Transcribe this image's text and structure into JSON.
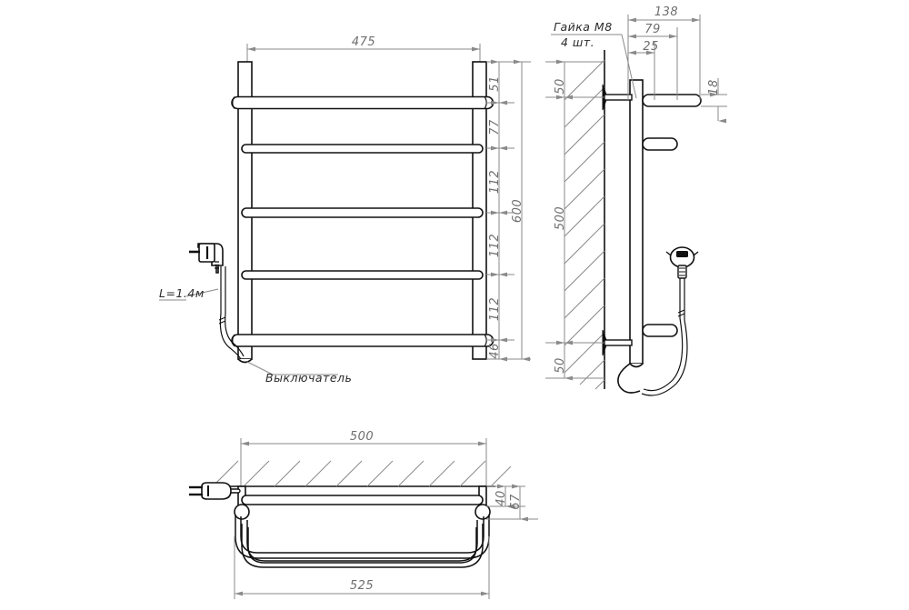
{
  "drawing": {
    "title": "Heated towel rail technical drawing",
    "units": "mm",
    "line_colors": {
      "object": "#111111",
      "dimension": "#8a8a8a",
      "hatch": "#8a8a8a",
      "leader": "#8a8a8a",
      "note": "#2b2b2b"
    }
  },
  "front_view": {
    "name": "front-view",
    "dimensions": {
      "width": "475",
      "height_total": "600",
      "segments": [
        "51",
        "77",
        "112",
        "112",
        "112",
        "46"
      ]
    },
    "labels": {
      "cable_length": "L=1.4м",
      "switch": "Выключатель"
    },
    "rungs_count": 5
  },
  "side_view": {
    "name": "side-view",
    "dimensions": {
      "depth_total": "138",
      "depth_mid": "79",
      "depth_inner": "25",
      "bar_thickness": "18",
      "height_span": "500",
      "offset_top": "50",
      "offset_bottom": "50"
    },
    "labels": {
      "nut_line1": "Гайка М8",
      "nut_line2": "4 шт."
    }
  },
  "plan_view": {
    "name": "plan-view",
    "dimensions": {
      "wall_width": "500",
      "outer_width": "525",
      "depth_inner": "40",
      "depth_outer": "67"
    }
  }
}
